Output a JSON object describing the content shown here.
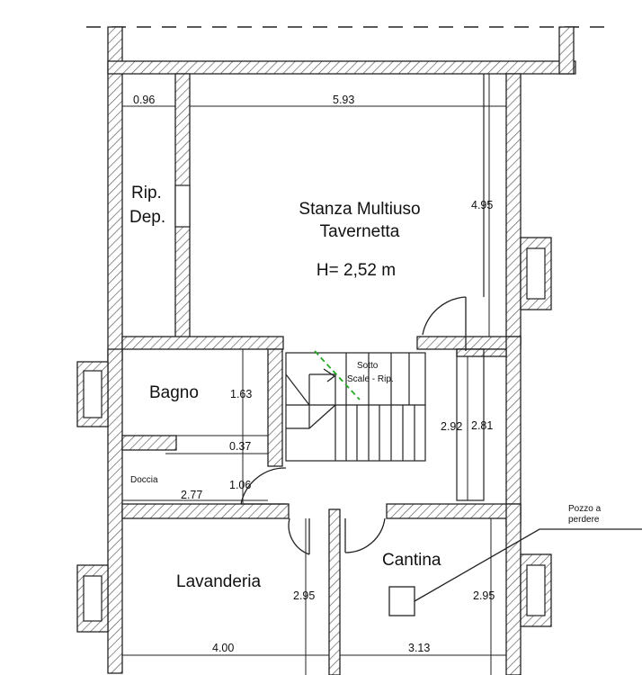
{
  "rooms": {
    "ripostiglio": {
      "line1": "Rip.",
      "line2": "Dep."
    },
    "stanza": {
      "line1": "Stanza Multiuso",
      "line2": "Tavernetta",
      "height": "H= 2,52 m"
    },
    "bagno": "Bagno",
    "doccia": "Doccia",
    "sottoscale": {
      "line1": "Sotto",
      "line2": "Scale - Rip."
    },
    "lavanderia": "Lavanderia",
    "cantina": "Cantina",
    "pozzo": {
      "line1": "Pozzo a",
      "line2": "perdere"
    }
  },
  "dimensions": {
    "rip_width": "0.96",
    "stanza_width": "5.93",
    "stanza_depth": "4.95",
    "bagno_depth": "1.63",
    "bagno_step": "0.37",
    "doccia_depth": "1.06",
    "bagno_width": "2.77",
    "stair_depth_a": "2.92",
    "stair_depth_b": "2.81",
    "lavanderia_depth": "2.95",
    "cantina_depth": "2.95",
    "lavanderia_width": "4.00",
    "cantina_width": "3.13"
  },
  "colors": {
    "wall": "#222222",
    "hatch": "#555555",
    "accent_arrow": "#22aa22",
    "background": "#ffffff"
  }
}
